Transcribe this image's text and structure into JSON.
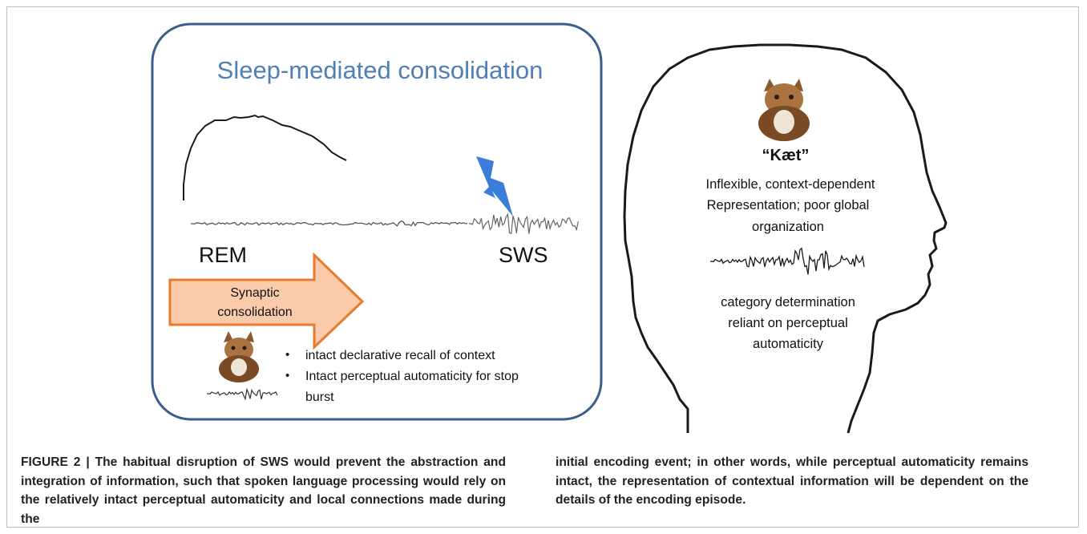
{
  "figure": {
    "left_panel": {
      "title": "Sleep-mediated consolidation",
      "rem_label": "REM",
      "sws_label": "SWS",
      "arrow_label_line1": "Synaptic",
      "arrow_label_line2": "consolidation",
      "bullets": [
        "intact declarative recall of context",
        "Intact perceptual automaticity for stop"
      ],
      "bullet_continuation": "burst",
      "colors": {
        "title": "#4f7fb5",
        "panel_border": "#3b5f8a",
        "arrow_fill": "#f9cbaa",
        "arrow_stroke": "#e87a2c",
        "lightning": "#3b7dd8"
      }
    },
    "right_panel": {
      "word": "“Kæt”",
      "desc_lines": [
        "Inflexible, context-dependent",
        "Representation; poor global",
        "organization"
      ],
      "category_lines": [
        "category determination",
        "reliant on perceptual",
        "automaticity"
      ]
    }
  },
  "caption": {
    "label": "FIGURE 2 |",
    "left_text": " The habitual disruption of SWS would prevent the abstraction and integration of information, such that spoken language processing would rely on the relatively intact perceptual automaticity and local connections made during the",
    "right_text": "initial encoding event; in other words, while perceptual automaticity remains intact, the representation of contextual information will be dependent on the details of the encoding episode."
  }
}
